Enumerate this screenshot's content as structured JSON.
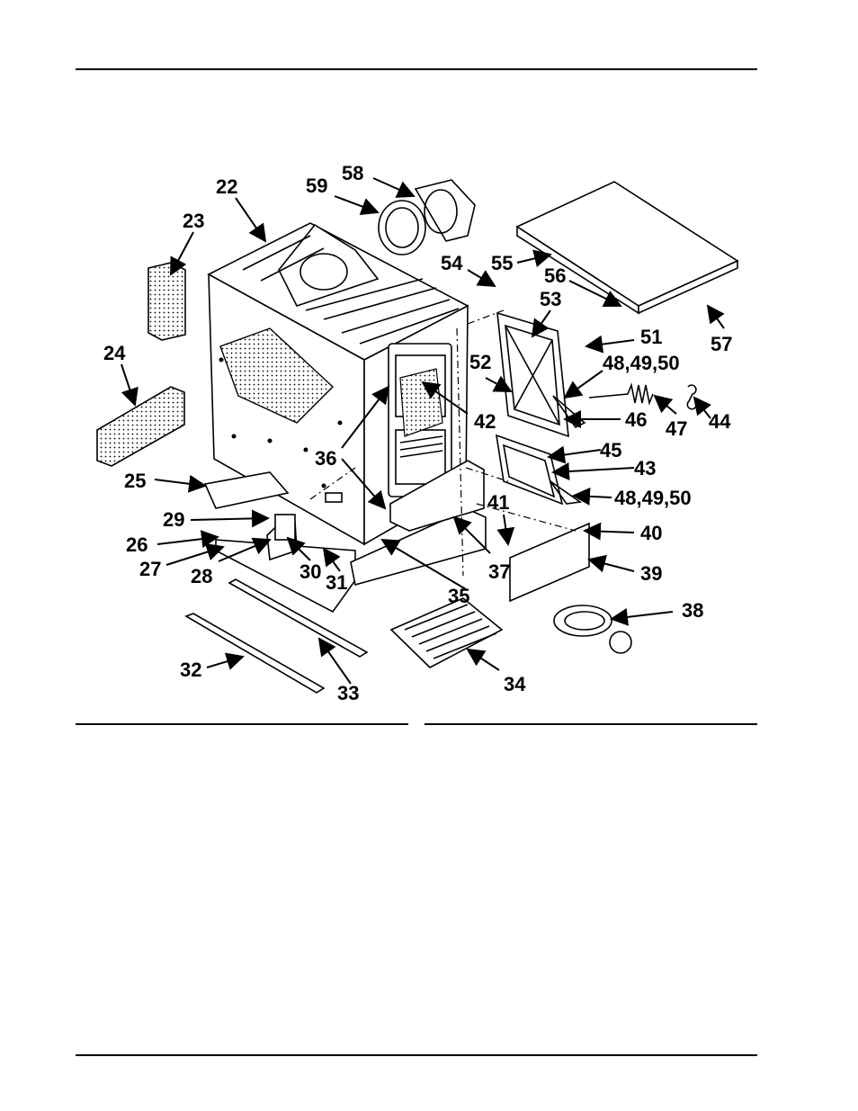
{
  "diagram": {
    "callouts": [
      "22",
      "23",
      "24",
      "25",
      "26",
      "27",
      "28",
      "29",
      "30",
      "31",
      "32",
      "33",
      "34",
      "35",
      "36",
      "37",
      "38",
      "39",
      "40",
      "41",
      "42",
      "43",
      "44",
      "45",
      "46",
      "47",
      "48,49,50",
      "48,49,50",
      "51",
      "52",
      "53",
      "54",
      "55",
      "56",
      "57",
      "58",
      "59"
    ]
  },
  "colors": {
    "ink": "#000000",
    "paper": "#ffffff",
    "insulation": "#dddddd"
  }
}
